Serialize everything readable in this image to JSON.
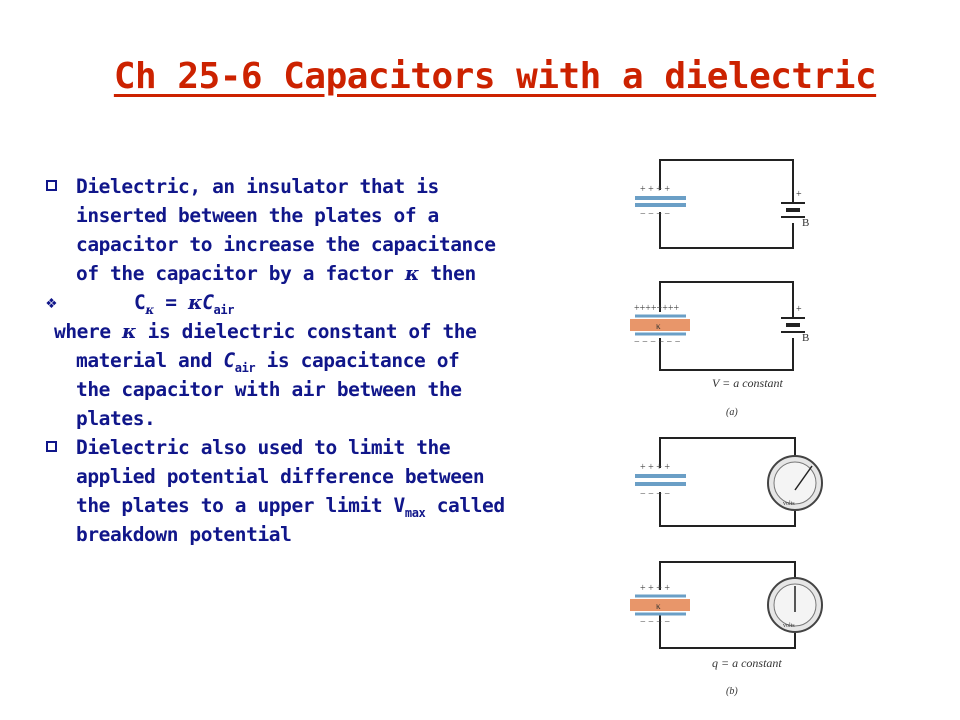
{
  "title": "Ch 25-6 Capacitors with a dielectric",
  "body": {
    "p1": [
      "Dielectric, an insulator that is",
      "inserted between the plates of a",
      "capacitor to increase the capacitance",
      "of the capacitor by a factor"
    ],
    "p1_kappa": "κ",
    "p1_then": " then",
    "eq": {
      "c": "C",
      "k": "κ",
      "eq": " = ",
      "k2": "κ",
      "c2": "C",
      "air": "air"
    },
    "p2": {
      "where": "where ",
      "k": "κ",
      "rest": " is dielectric constant of the",
      "l2a": "material and ",
      "c": "C",
      "air": "air",
      "l2b": " is capacitance of",
      "l3": "the capacitor with air between the",
      "l4": "plates."
    },
    "p3": [
      "Dielectric also used to limit the",
      "applied potential difference between"
    ],
    "p3_l3": "the plates to a upper limit V",
    "p3_max": "max",
    "p3_called": " called",
    "p3_l4": "breakdown potential"
  },
  "figure": {
    "battery_label": "B",
    "plus": "+",
    "minus": "−",
    "kappa": "κ",
    "caption_a": "V = a constant",
    "label_a": "(a)",
    "caption_b": "q = a constant",
    "label_b": "(b)",
    "meter_label": "volts"
  }
}
